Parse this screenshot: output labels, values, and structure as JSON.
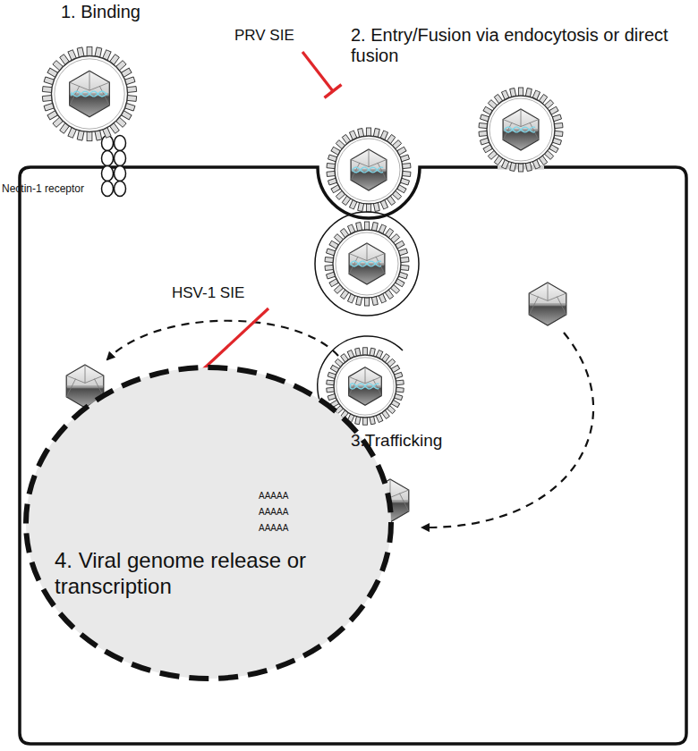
{
  "diagram": {
    "nodes": [
      {
        "text": [
          "4. Viral genome release or transcription"
        ]
      }
    ],
    "labels": [
      "1. Binding",
      "PRV SIE",
      "2. Entry/Fusion via endocytosis or direct fusion",
      "Nectin-1 receptor",
      "HSV-1 SIE",
      "3.Trafficking",
      "AAAAA",
      "AAAAA",
      "AAAAA"
    ]
  }
}
